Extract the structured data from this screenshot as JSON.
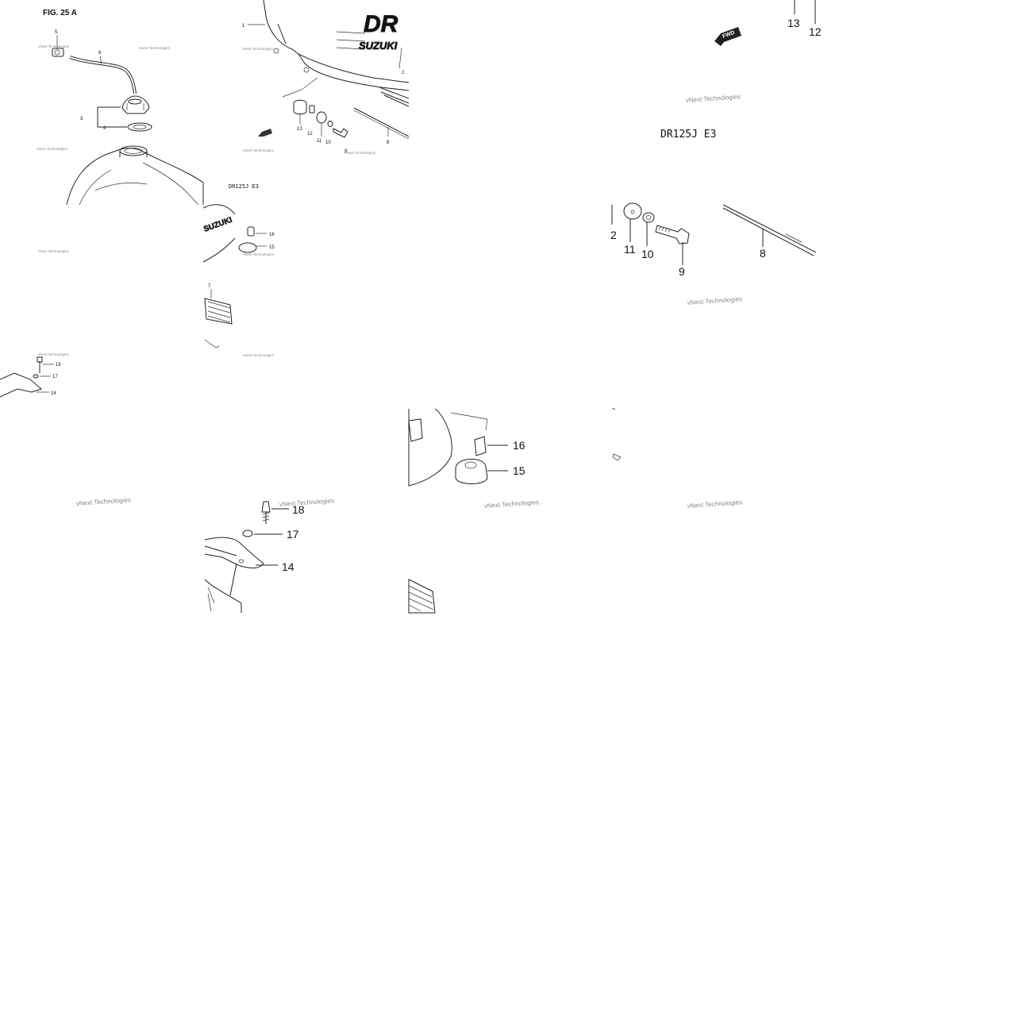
{
  "figure": {
    "label": "FIG. 25 A",
    "model_caption": "DR125J E3",
    "tank_lettering": "DR",
    "brand_lettering": "SUZUKI",
    "forward_marker": "FWD"
  },
  "watermark": "vNext Technologies",
  "part_numbers_overview": [
    "1",
    "2",
    "3",
    "4",
    "5",
    "6",
    "7",
    "8",
    "9",
    "10",
    "11",
    "12",
    "13",
    "14",
    "15",
    "16",
    "17",
    "18"
  ],
  "detail_top_right": [
    "13",
    "12",
    "2",
    "11",
    "10",
    "9",
    "8"
  ],
  "detail_mount": [
    "16",
    "15"
  ],
  "detail_bracket": [
    "18",
    "17",
    "14"
  ]
}
